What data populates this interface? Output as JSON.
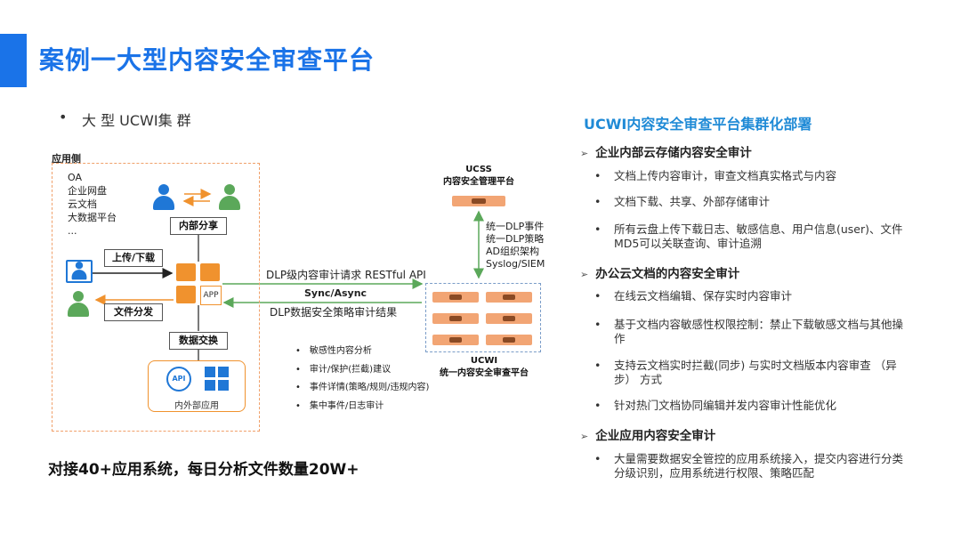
{
  "title": "案例一大型内容安全审查平台",
  "subtitle": "大 型 UCWI集 群",
  "diagram": {
    "app_side_label": "应用侧",
    "apps": [
      "OA",
      "企业网盘",
      "云文档",
      "大数据平台",
      "..."
    ],
    "internal_share": "内部分享",
    "upload_download": "上传/下载",
    "file_distribution": "文件分发",
    "app_label": "APP",
    "data_exchange": "数据交换",
    "inner_outer_app": "内外部应用",
    "api_label": "API",
    "request_label": "DLP级内容审计请求 RESTful API",
    "sync_label": "Sync/Async",
    "result_label": "DLP数据安全策略审计结果",
    "ucss_name": "UCSS",
    "ucss_desc": "内容安全管理平台",
    "dlp_events": [
      "统一DLP事件",
      "统一DLP策略",
      "AD组织架构",
      "Syslog/SIEM"
    ],
    "ucwi_name": "UCWI",
    "ucwi_desc": "统一内容安全审查平台",
    "features": [
      "敏感性内容分析",
      "审计/保护(拦截)建议",
      "事件详情(策略/规则/违规内容)",
      "集中事件/日志审计"
    ]
  },
  "bottom_stat": "对接40+应用系统，每日分析文件数量20W+",
  "right": {
    "heading": "UCWI内容安全审查平台集群化部署",
    "sections": [
      {
        "title": "企业内部云存储内容安全审计",
        "items": [
          "文档上传内容审计，审查文档真实格式与内容",
          "文档下载、共享、外部存储审计",
          "所有云盘上传下载日志、敏感信息、用户信息(user)、文件MD5可以关联查询、审计追溯"
        ]
      },
      {
        "title": "办公云文档的内容安全审计",
        "items": [
          "在线云文档编辑、保存实时内容审计",
          "基于文档内容敏感性权限控制：禁止下载敏感文档与其他操作",
          "支持云文档实时拦截(同步) 与实时文档版本内容审查 （异步） 方式",
          "针对热门文档协同编辑并发内容审计性能优化"
        ]
      },
      {
        "title": "企业应用内容安全审计",
        "items": [
          "大量需要数据安全管控的应用系统接入，提交内容进行分类分级识别，应用系统进行权限、策略匹配"
        ]
      }
    ]
  }
}
